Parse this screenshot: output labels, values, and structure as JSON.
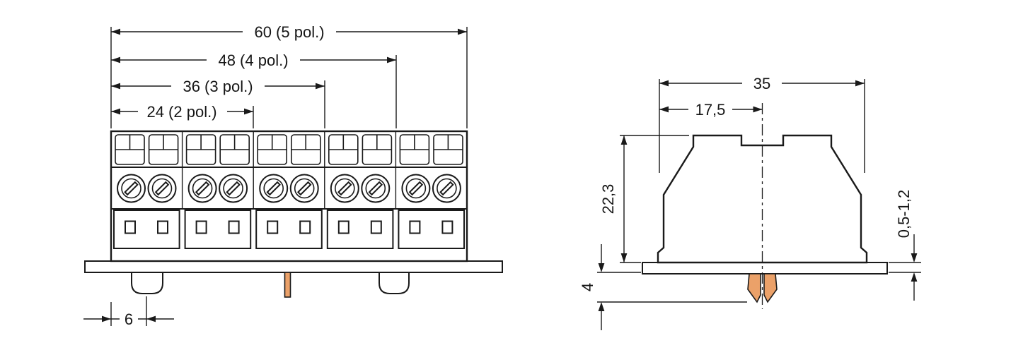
{
  "drawing": {
    "kind": "terminal-block-dimension-drawing",
    "front_view": {
      "top_dims": [
        {
          "label": "60 (5 pol.)"
        },
        {
          "label": "48 (4 pol.)"
        },
        {
          "label": "36 (3 pol.)"
        },
        {
          "label": "24 (2 pol.)"
        }
      ],
      "bottom_dim": {
        "label": "6"
      }
    },
    "side_view": {
      "width_dim": {
        "label": "35"
      },
      "half_width_dim": {
        "label": "17,5"
      },
      "height_dim": {
        "label": "22,3"
      },
      "panel_thickness_dim": {
        "label": "0,5-1,2"
      },
      "foot_height_dim": {
        "label": "4"
      }
    }
  },
  "colors": {
    "line": "#1a1a1a",
    "mounting_plate": "#b7cccd",
    "snap_foot_orange": "#eba169",
    "background": "#ffffff"
  }
}
